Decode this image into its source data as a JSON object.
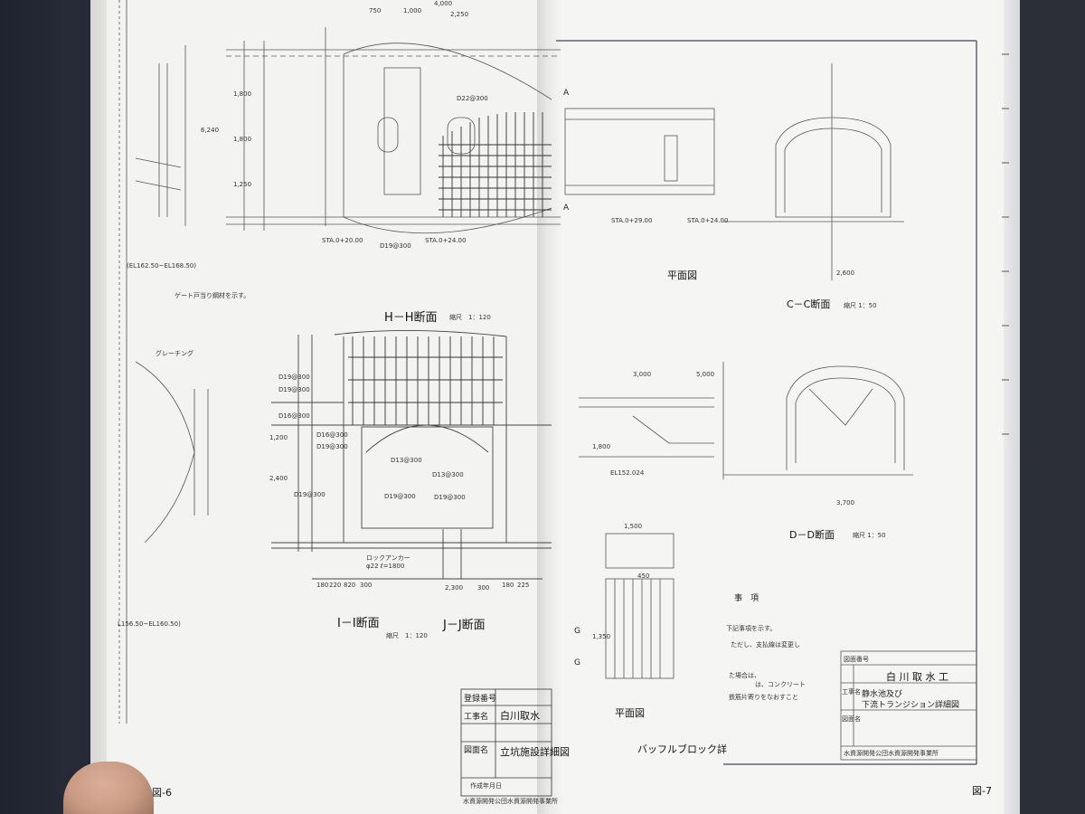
{
  "left_page": {
    "hh_title": "H－H断面",
    "hh_scale": "縮尺　1：120",
    "ii_title": "I－I断面",
    "jj_title": "J－J断面",
    "ij_scale": "縮尺　1：120",
    "el_note_1": "(EL162.50~EL168.50)",
    "el_note_2": "L156.50~EL160.50)",
    "gate_note": "ゲート戸当り鋼材を示す。",
    "rock_anchor_1": "ロックアンカー",
    "rock_anchor_spec_1": "φ22 ℓ=1800",
    "grating": "グレーチング",
    "rebar_labels": [
      "D19@300",
      "D19@300",
      "D16@300",
      "D16@300",
      "D19@300",
      "D13@300",
      "D13@300",
      "D19@300",
      "D19@300",
      "D19@300",
      "D22@300",
      "D19@300"
    ],
    "dims_top": [
      "750",
      "1,000",
      "2,250",
      "4,000"
    ],
    "dims_side": [
      "6,240",
      "1,800",
      "1,800",
      "1,250",
      "2,400",
      "1,200"
    ],
    "dims_bottom": [
      "180",
      "220",
      "820",
      "300",
      "2,300",
      "300",
      "180",
      "225"
    ],
    "sta_labels": [
      "STA.0+20.00",
      "STA.0+24.00"
    ],
    "page_number": "図-6",
    "title_block": {
      "reg_label": "登録番号",
      "work_label": "工事名",
      "drawing_label": "図面名",
      "work_name": "白川取水",
      "drawing_name": "立坑施設詳細図",
      "date_label": "作成年月日",
      "org": "水資源開発公団水資源開発事業所"
    }
  },
  "right_page": {
    "plan_title_1": "平面図",
    "plan_title_2": "平面図",
    "cc_title": "C－C断面",
    "cc_scale": "縮尺 1：50",
    "dd_title": "D－D断面",
    "dd_scale": "縮尺 1：50",
    "baffle_title": "バッフルブロック詳",
    "notes_heading": "事　項",
    "notes_lines": [
      "下記事項を示す。",
      "ただし、支払線は変更し",
      "た場合は、 ",
      "は、コンクリート",
      "鉄筋片寄りをなおすこと"
    ],
    "el_label": "EL152.024",
    "sta_labels": [
      "STA.0+29.00",
      "STA.0+24.00"
    ],
    "dims": [
      "3,000",
      "5,000",
      "3,700",
      "2,600",
      "1,800",
      "1,350",
      "1,500",
      "450"
    ],
    "section_marks": [
      "A",
      "A",
      "G",
      "G"
    ],
    "page_number": "図-7",
    "title_block": {
      "reg_label": "図面番号",
      "work_label": "工事名",
      "drawing_label": "図面名",
      "work_name": "白 川 取 水 工",
      "drawing_name_1": "静水池及び",
      "drawing_name_2": "下流トランジション詳細図",
      "org": "水資源開発公団水資源開発事業所"
    }
  }
}
